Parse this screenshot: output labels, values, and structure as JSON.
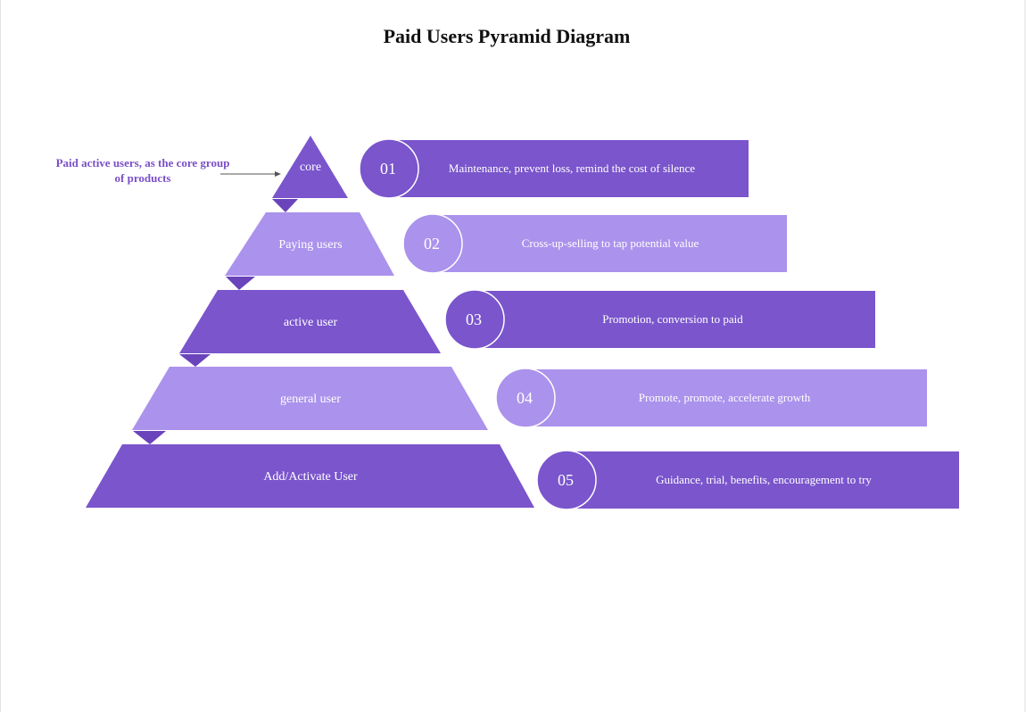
{
  "title": "Paid Users Pyramid Diagram",
  "annotation": "Paid active users, as the core group of products",
  "colors": {
    "dark": "#7a55cc",
    "light": "#ab92ec",
    "annotation_text": "#7a4fc8",
    "arrow": "#555555"
  },
  "levels": [
    {
      "label": "core",
      "number": "01",
      "description": "Maintenance, prevent loss, remind the cost of silence",
      "tone": "dark"
    },
    {
      "label": "Paying users",
      "number": "02",
      "description": "Cross-up-selling to tap potential value",
      "tone": "light"
    },
    {
      "label": "active user",
      "number": "03",
      "description": "Promotion, conversion to paid",
      "tone": "dark"
    },
    {
      "label": "general user",
      "number": "04",
      "description": "Promote, promote, accelerate growth",
      "tone": "light"
    },
    {
      "label": "Add/Activate User",
      "number": "05",
      "description": "Guidance, trial, benefits, encouragement to try",
      "tone": "dark"
    }
  ]
}
